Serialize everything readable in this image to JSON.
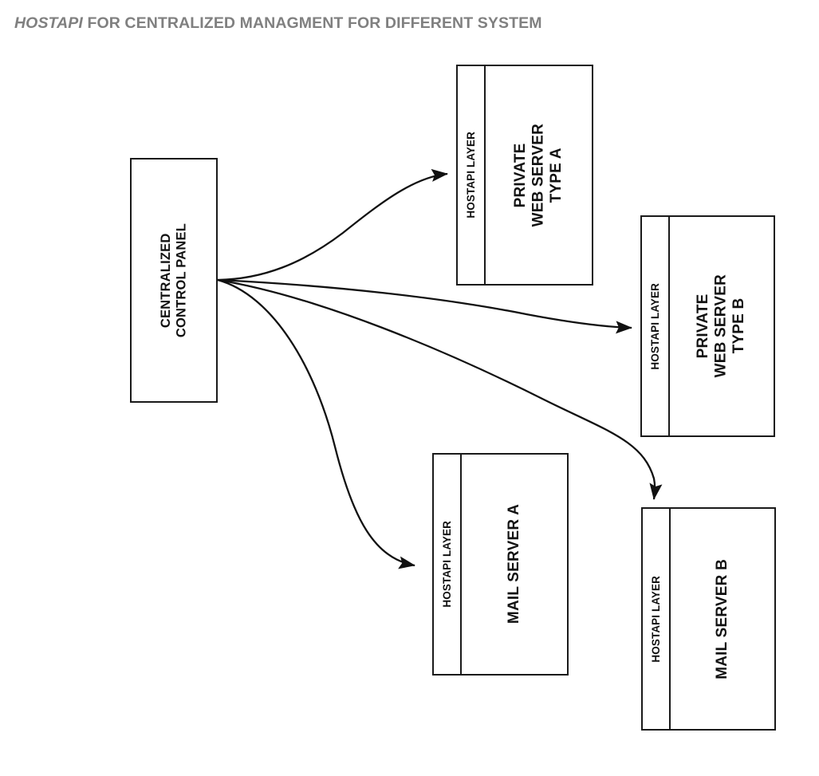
{
  "title": {
    "emphasis": "HOSTAPI",
    "rest": " FOR CENTRALIZED MANAGMENT FOR DIFFERENT SYSTEM",
    "color": "#808080"
  },
  "diagram": {
    "type": "flow-diagram",
    "background": "#ffffff",
    "stroke_color": "#1a1a1a",
    "source": {
      "id": "centralized-control-panel",
      "label": "CENTRALIZED\nCONTROL PANEL",
      "orientation": "vertical-bottom-to-top"
    },
    "layer_label": "HOSTAPI LAYER",
    "targets": [
      {
        "id": "private-web-server-type-a",
        "layer_label": "HOSTAPI LAYER",
        "label": "PRIVATE\nWEB SERVER\nTYPE A",
        "arrow_entry": "left"
      },
      {
        "id": "private-web-server-type-b",
        "layer_label": "HOSTAPI LAYER",
        "label": "PRIVATE\nWEB SERVER\nTYPE B",
        "arrow_entry": "left"
      },
      {
        "id": "mail-server-a",
        "layer_label": "HOSTAPI LAYER",
        "label": "MAIL SERVER A",
        "arrow_entry": "left"
      },
      {
        "id": "mail-server-b",
        "layer_label": "HOSTAPI LAYER",
        "label": "MAIL SERVER B",
        "arrow_entry": "top"
      }
    ],
    "connectors": [
      {
        "from": "centralized-control-panel",
        "to": "private-web-server-type-a"
      },
      {
        "from": "centralized-control-panel",
        "to": "private-web-server-type-b"
      },
      {
        "from": "centralized-control-panel",
        "to": "mail-server-b"
      },
      {
        "from": "centralized-control-panel",
        "to": "mail-server-a"
      }
    ]
  }
}
